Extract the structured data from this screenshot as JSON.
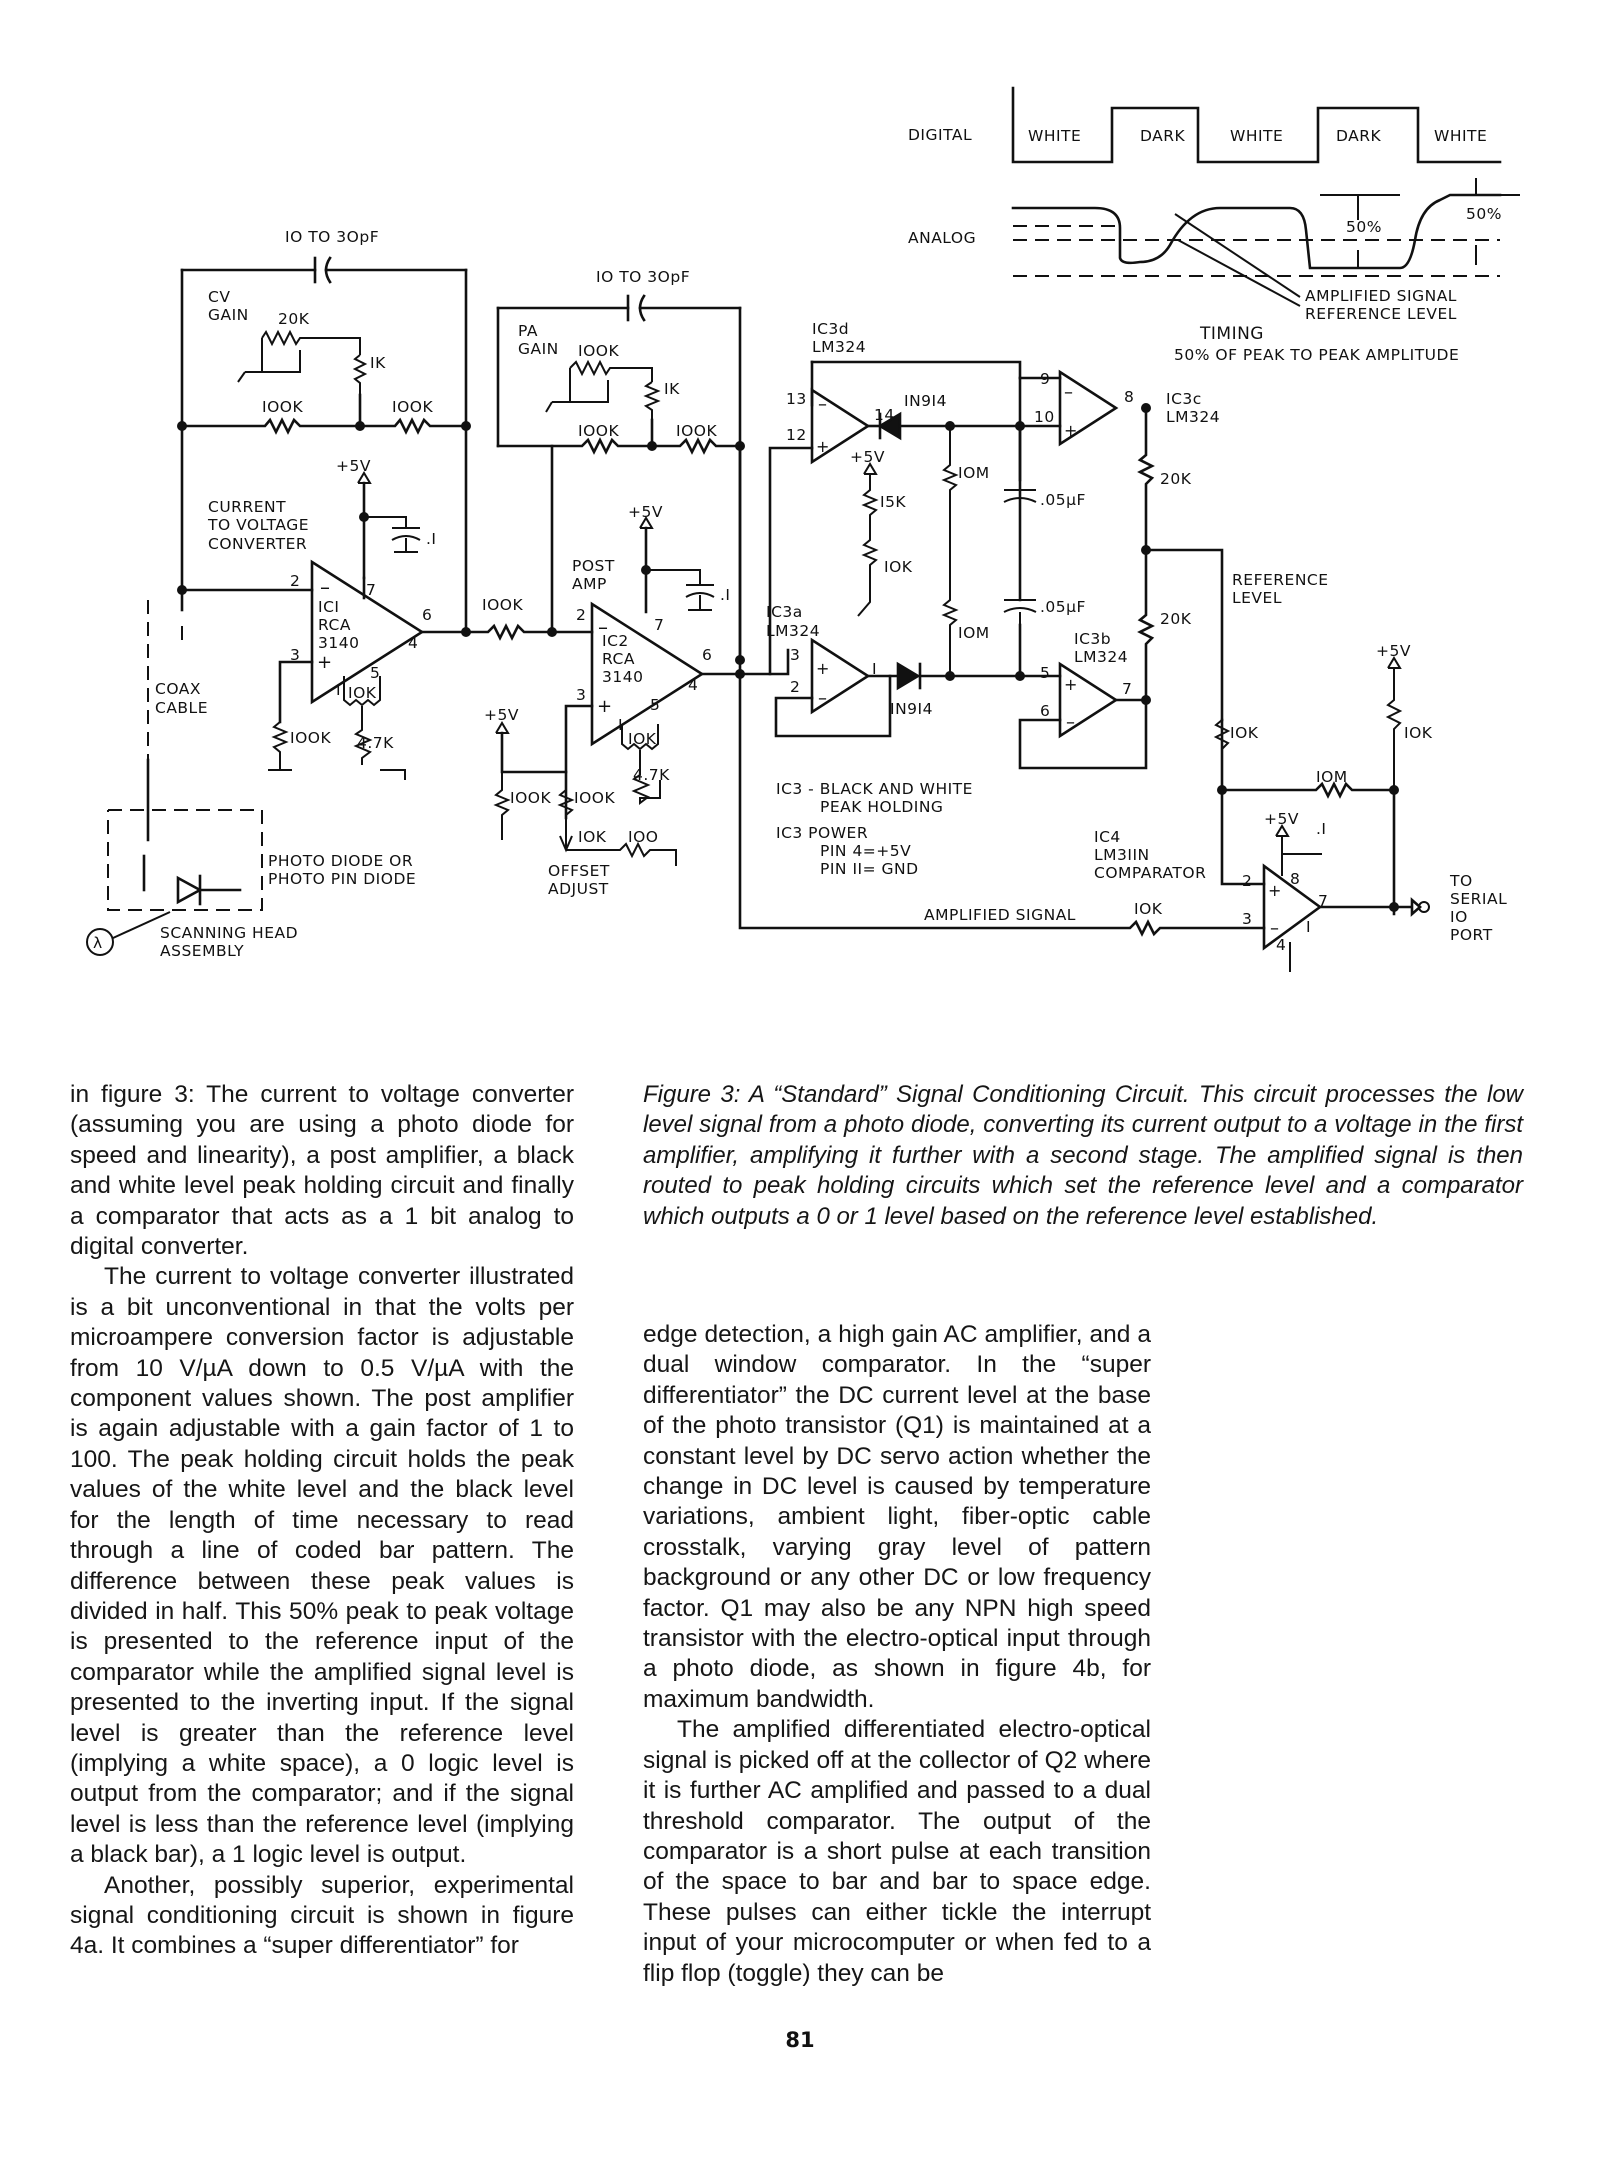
{
  "figure": {
    "labels": {
      "digital": "DIGITAL",
      "analog": "ANALOG",
      "white": "WHITE",
      "dark": "DARK",
      "pct50": "50%",
      "amplified_signal_ref": "AMPLIFIED SIGNAL",
      "reference_level_ref": "REFERENCE LEVEL",
      "timing": "TIMING",
      "timing_note": "50% OF PEAK TO PEAK AMPLITUDE",
      "cap_range": "IO TO 3OpF",
      "cv_gain_1": "CV",
      "cv_gain_2": "GAIN",
      "pa_gain_1": "PA",
      "pa_gain_2": "GAIN",
      "r20k": "20K",
      "r1k": "IK",
      "r100k": "IOOK",
      "plus5v": "+5V",
      "cap_point1": ".I",
      "conv_1": "CURRENT",
      "conv_2": "TO VOLTAGE",
      "conv_3": "CONVERTER",
      "post_amp_1": "POST",
      "post_amp_2": "AMP",
      "ic1_1": "ICI",
      "ic1_2": "RCA",
      "ic1_3": "3140",
      "ic2_1": "IC2",
      "ic2_2": "RCA",
      "ic2_3": "3140",
      "r10k": "IOK",
      "r4_7k": "4.7K",
      "r100": "IOO",
      "offset_1": "OFFSET",
      "offset_2": "ADJUST",
      "coax_1": "COAX",
      "coax_2": "CABLE",
      "photo_1": "PHOTO DIODE OR",
      "photo_2": "PHOTO PIN DIODE",
      "scan_1": "SCANNING HEAD",
      "scan_2": "ASSEMBLY",
      "lambda": "λ",
      "ic3d_1": "IC3d",
      "lm324": "LM324",
      "ic3a": "IC3a",
      "ic3b": "IC3b",
      "ic3c": "IC3c",
      "diode": "IN9I4",
      "r15k": "I5K",
      "r10m": "IOM",
      "cap_05": ".05µF",
      "reference_1": "REFERENCE",
      "reference_2": "LEVEL",
      "ic3_note_1": "IC3 - BLACK AND WHITE",
      "ic3_note_2": "PEAK HOLDING",
      "ic3_power_1": "IC3  POWER",
      "ic3_power_2": "PIN 4=+5V",
      "ic3_power_3": "PIN II= GND",
      "ic4_1": "IC4",
      "ic4_2": "LM3IIN",
      "ic4_3": "COMPARATOR",
      "amplified_signal": "AMPLIFIED SIGNAL",
      "to_1": "TO",
      "to_2": "SERIAL",
      "to_3": "IO",
      "to_4": "PORT",
      "pins": {
        "p1": "1",
        "p2": "2",
        "p3": "3",
        "p4": "4",
        "p5": "5",
        "p6": "6",
        "p7": "7",
        "p8": "8",
        "p9": "9",
        "p10": "10",
        "p12": "12",
        "p13": "13",
        "p14": "14",
        "pI": "I",
        "pIO": "IO"
      }
    }
  },
  "caption": "Figure 3: A “Standard” Signal Conditioning Circuit. This circuit processes the low level signal from a photo diode, converting its current output to a voltage in the first amplifier, amplifying it further with a second stage. The amplified signal is then routed to peak holding circuits which set the reference level and a comparator which outputs a 0 or 1 level based on the reference level established.",
  "left_column": [
    "in figure 3: The current to voltage converter (assuming you are using a photo diode for speed and linearity), a post amplifier, a black and white level peak holding circuit and finally a comparator that acts as a 1 bit analog to digital converter.",
    "The current to voltage converter illustrated is a bit unconventional in that the volts per microampere conversion factor is adjustable from 10 V/µA down to 0.5 V/µA with the component values shown. The post amplifier is again adjustable with a gain factor of 1 to 100. The peak holding circuit holds the peak values of the white level and the black level for the length of time necessary to read through a line of coded bar pattern. The difference between these peak values is divided in half. This 50% peak to peak voltage is presented to the reference input of the comparator while the amplified signal level is presented to the inverting input. If the signal level is greater than the reference level (implying a white space), a 0 logic level is output from the comparator; and if the signal level is less than the reference level (implying a black bar), a 1 logic level is output.",
    "Another, possibly superior, experimental signal conditioning circuit is shown in figure 4a. It combines a “super differentiator” for"
  ],
  "right_column": [
    "edge detection, a high gain AC amplifier, and a dual window comparator. In the “super differentiator” the DC current level at the base of the photo transistor (Q1) is maintained at a constant level by DC servo action whether the change in DC level is caused by temperature variations, ambient light, fiber-optic cable crosstalk, varying gray level of pattern background or any other DC or low frequency factor. Q1 may also be any NPN high speed transistor with the electro-optical input through a photo diode, as shown in figure 4b, for maximum bandwidth.",
    "The amplified differentiated electro-optical signal is picked off at the collector of Q2 where it is further AC amplified and passed to a dual threshold comparator. The output of the comparator is a short pulse at each transition of the space to bar and bar to space edge. These pulses can either tickle the interrupt input of your microcomputer or when fed to a flip flop (toggle) they can be"
  ],
  "page_number": "81"
}
